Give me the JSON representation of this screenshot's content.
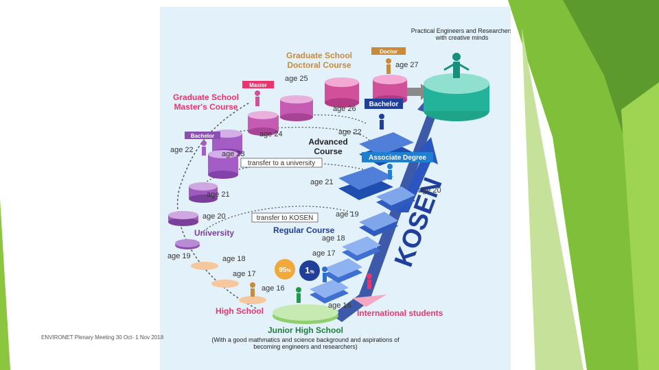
{
  "footer": "ENVIRONET Plenary Meeting 30 Oct- 1 Nov 2018",
  "diagram": {
    "top_caption": [
      "Practical Engineers and Researchers",
      "with creative minds"
    ],
    "doctoral_course": [
      "Graduate School",
      "Doctoral Course"
    ],
    "masters_course": [
      "Graduate School",
      "Master's Course"
    ],
    "badges": {
      "doctor": "Doctor",
      "master": "Master",
      "bachelor_small": "Bachelor",
      "bachelor": "Bachelor",
      "associate": "Associate Degree"
    },
    "advanced_course": [
      "Advanced",
      "Course"
    ],
    "regular_course": "Regular Course",
    "university": "University",
    "kosen": "KOSEN",
    "transfer_university": "transfer to a university",
    "transfer_kosen": "transfer to KOSEN",
    "high_school": "High School",
    "junior_high": "Junior High School",
    "international": "International students",
    "bottom_caption": [
      "(With a good mathmatics and science background and aspirations of",
      "becoming engineers and researchers)"
    ],
    "pct_95": "95",
    "pct_1": "1",
    "pct_sign": "%",
    "ages": {
      "a27": "age 27",
      "a25": "age 25",
      "a26": "age 26",
      "a24": "age 24",
      "a22u": "age 22",
      "a23": "age 23",
      "a22k": "age 22",
      "a21u": "age 21",
      "a21k": "age 21",
      "a20u": "age 20",
      "a20k": "age 20",
      "a19u": "age 19",
      "a19k": "age 19",
      "a18u": "age 18",
      "a18k": "age 18",
      "a17u": "age 17",
      "a17k": "age 17",
      "a16u": "age 16",
      "a16k": "age 16"
    }
  },
  "colors": {
    "green_accent": "#7cc02b",
    "kosen_blue": "#1f3f9a",
    "pink": "#e8356e",
    "teal": "#22b39a"
  }
}
